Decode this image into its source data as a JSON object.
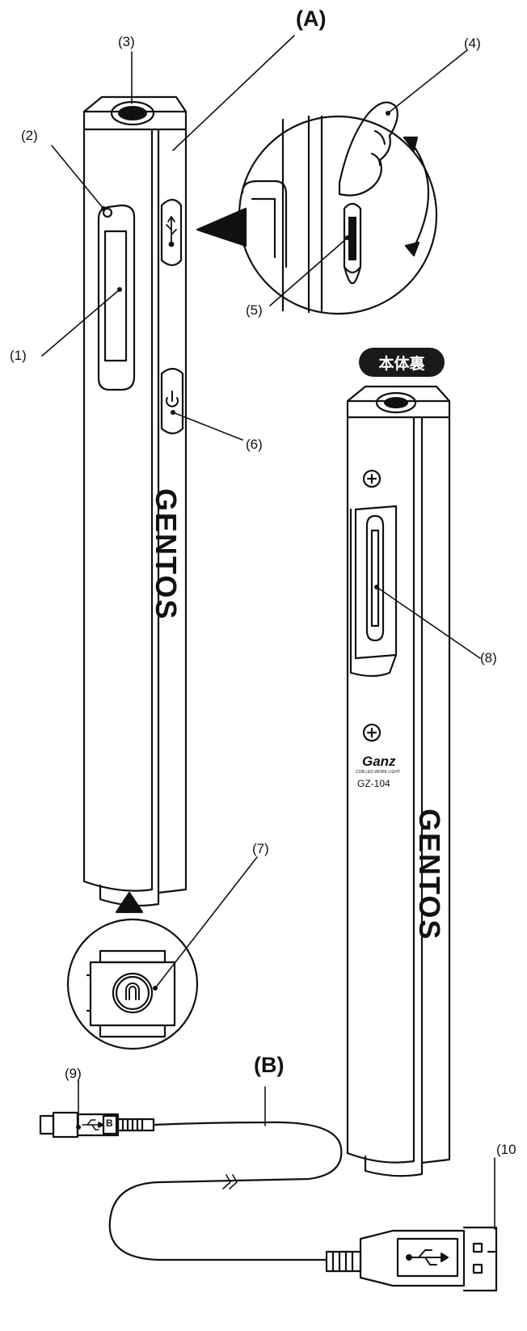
{
  "labels": {
    "A": "(A)",
    "B": "(B)",
    "n1": "(1)",
    "n2": "(2)",
    "n3": "(3)",
    "n4": "(4)",
    "n5": "(5)",
    "n6": "(6)",
    "n7": "(7)",
    "n8": "(8)",
    "n9": "(9)",
    "n10": "(10"
  },
  "back_badge": "本体裏",
  "brand_front": "GENTOS",
  "brand_back": "GENTOS",
  "product_logo": "Ganz",
  "product_tagline": "COB LED WORK LIGHT",
  "model": "GZ-104",
  "connector_b": "B",
  "icons": [
    "usb-icon",
    "power-icon",
    "magnet-icon",
    "screw-icon"
  ]
}
